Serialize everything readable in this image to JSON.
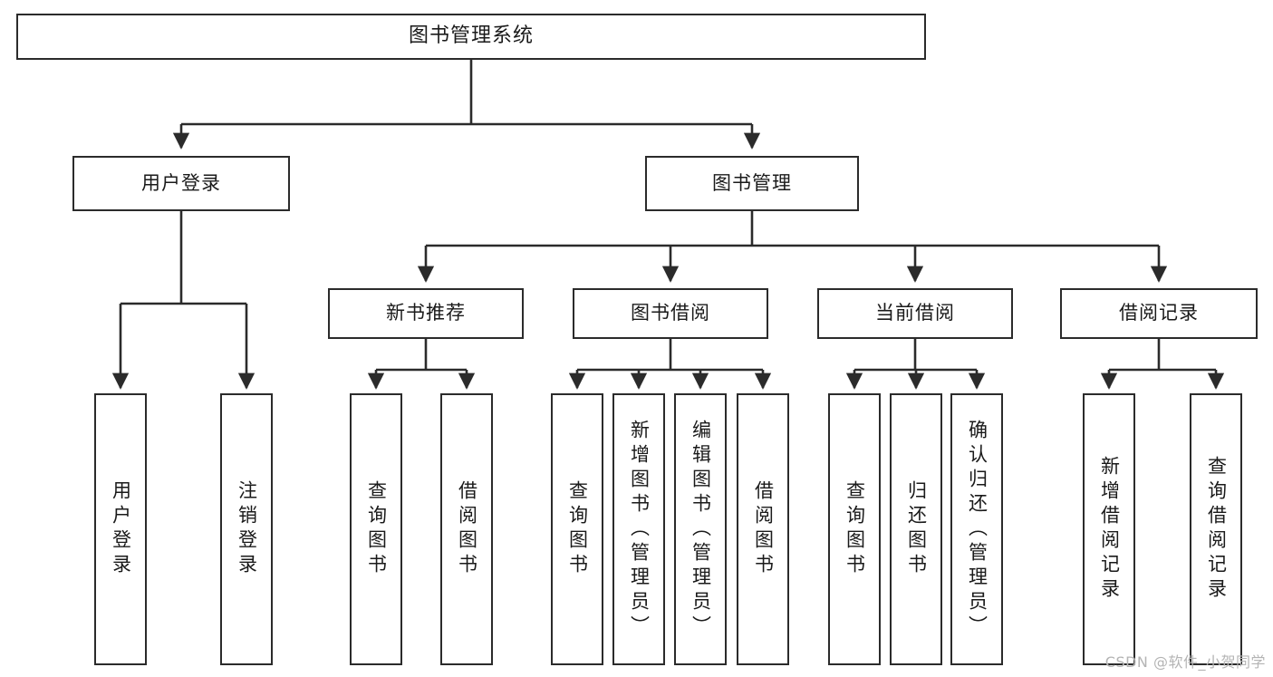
{
  "diagram": {
    "title": "图书管理系统",
    "type": "function-hierarchy-tree",
    "watermark": "CSDN @软件_小贺同学",
    "colors": {
      "box_border": "#2b2b2b",
      "box_fill": "#ffffff",
      "connector": "#2b2b2b",
      "text": "#1a1a1a",
      "watermark": "#b4b4b4",
      "background": "#ffffff"
    },
    "root": {
      "label": "图书管理系统"
    },
    "level1": [
      {
        "label": "用户登录"
      },
      {
        "label": "图书管理"
      }
    ],
    "level2": [
      {
        "label": "新书推荐"
      },
      {
        "label": "图书借阅"
      },
      {
        "label": "当前借阅"
      },
      {
        "label": "借阅记录"
      }
    ],
    "leaves": {
      "user_login": [
        {
          "label": "用户登录"
        },
        {
          "label": "注销登录"
        }
      ],
      "new_book_recommend": [
        {
          "label": "查询图书"
        },
        {
          "label": "借阅图书"
        }
      ],
      "book_borrow": [
        {
          "label": "查询图书"
        },
        {
          "label": "新增图书（管理员）"
        },
        {
          "label": "编辑图书（管理员）"
        },
        {
          "label": "借阅图书"
        }
      ],
      "current_borrow": [
        {
          "label": "查询图书"
        },
        {
          "label": "归还图书"
        },
        {
          "label": "确认归还（管理员）"
        }
      ],
      "borrow_records": [
        {
          "label": "新增借阅记录"
        },
        {
          "label": "查询借阅记录"
        }
      ]
    }
  }
}
